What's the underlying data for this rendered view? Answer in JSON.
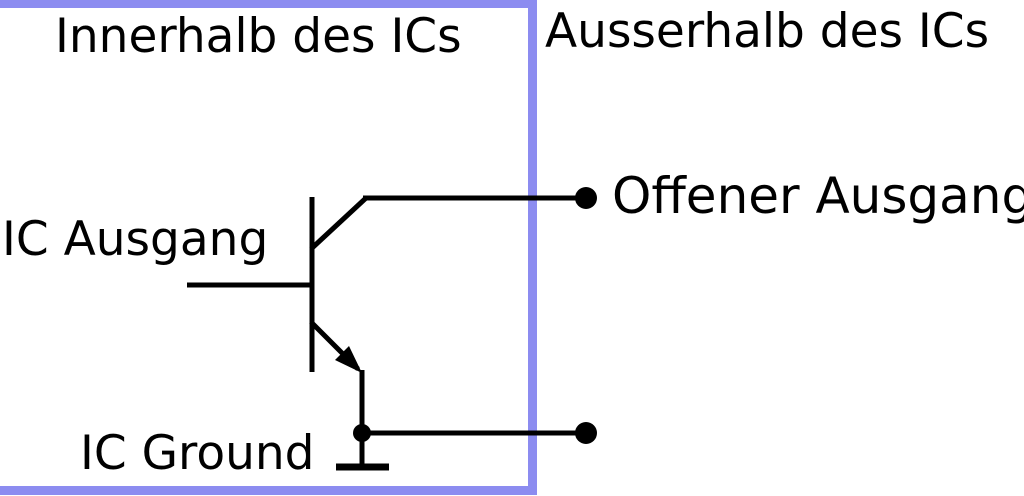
{
  "diagram": {
    "labels": {
      "inside_region": "Innerhalb des ICs",
      "outside_region": "Ausserhalb des ICs",
      "ic_output": "IC Ausgang",
      "ic_ground": "IC Ground",
      "open_output": "Offener Ausgang"
    }
  },
  "colors": {
    "boundary": "#8c8cf0",
    "wire": "#000000",
    "text": "#000000",
    "background": "#ffffff"
  }
}
